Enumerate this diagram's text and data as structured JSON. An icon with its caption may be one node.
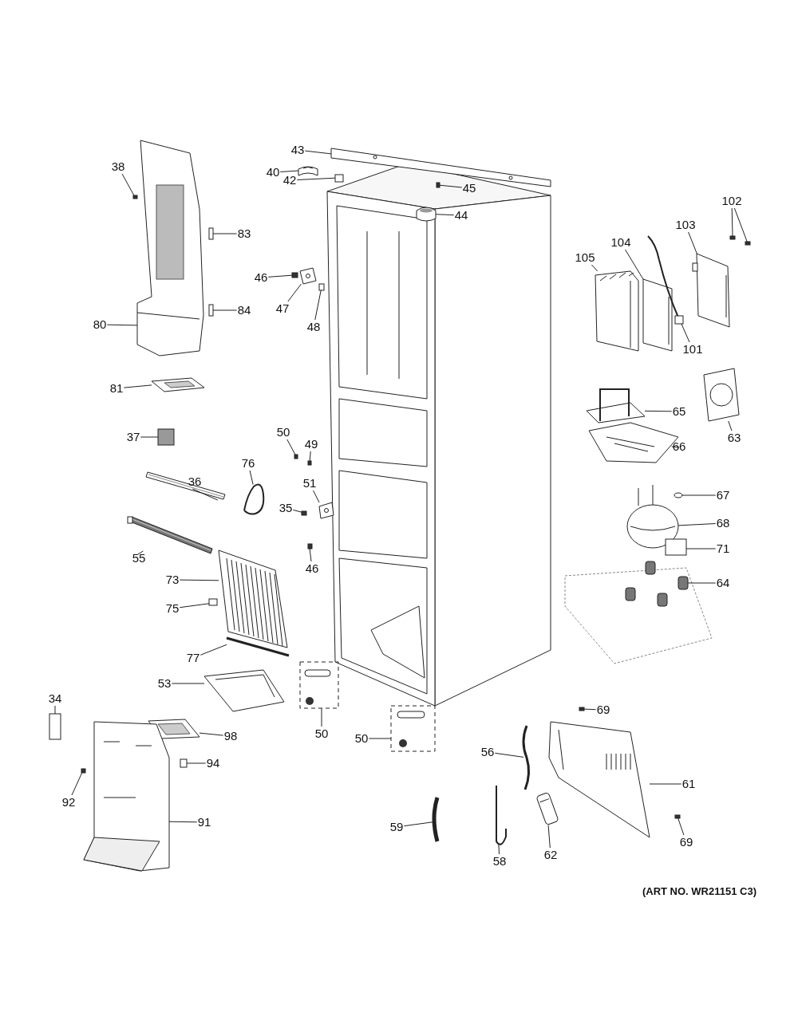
{
  "diagram": {
    "nodes": [
      {
        "text": [
          "43"
        ]
      },
      {
        "text": [
          "38"
        ]
      },
      {
        "text": [
          "40"
        ]
      },
      {
        "text": [
          "42"
        ]
      },
      {
        "text": [
          "45"
        ]
      },
      {
        "text": [
          "44"
        ]
      },
      {
        "text": [
          "102"
        ]
      },
      {
        "text": [
          "83"
        ]
      },
      {
        "text": [
          "103"
        ]
      },
      {
        "text": [
          "104"
        ]
      },
      {
        "text": [
          "105"
        ]
      },
      {
        "text": [
          "46"
        ]
      },
      {
        "text": [
          "47"
        ]
      },
      {
        "text": [
          "48"
        ]
      },
      {
        "text": [
          "84"
        ]
      },
      {
        "text": [
          "80"
        ]
      },
      {
        "text": [
          "101"
        ]
      },
      {
        "text": [
          "81"
        ]
      },
      {
        "text": [
          "65"
        ]
      },
      {
        "text": [
          "63"
        ]
      },
      {
        "text": [
          "50"
        ]
      },
      {
        "text": [
          "37"
        ]
      },
      {
        "text": [
          "49"
        ]
      },
      {
        "text": [
          "66"
        ]
      },
      {
        "text": [
          "76"
        ]
      },
      {
        "text": [
          "36"
        ]
      },
      {
        "text": [
          "67"
        ]
      },
      {
        "text": [
          "35"
        ]
      },
      {
        "text": [
          "51"
        ]
      },
      {
        "text": [
          "68"
        ]
      },
      {
        "text": [
          "55"
        ]
      },
      {
        "text": [
          "71"
        ]
      },
      {
        "text": [
          "46"
        ]
      },
      {
        "text": [
          "73"
        ]
      },
      {
        "text": [
          "64"
        ]
      },
      {
        "text": [
          "75"
        ]
      },
      {
        "text": [
          "77"
        ]
      },
      {
        "text": [
          "53"
        ]
      },
      {
        "text": [
          "34"
        ]
      },
      {
        "text": [
          "69"
        ]
      },
      {
        "text": [
          "50"
        ]
      },
      {
        "text": [
          "50"
        ]
      },
      {
        "text": [
          "98"
        ]
      },
      {
        "text": [
          "56"
        ]
      },
      {
        "text": [
          "94"
        ]
      },
      {
        "text": [
          "61"
        ]
      },
      {
        "text": [
          "92"
        ]
      },
      {
        "text": [
          "59"
        ]
      },
      {
        "text": [
          "91"
        ]
      },
      {
        "text": [
          "69"
        ]
      },
      {
        "text": [
          "62"
        ]
      },
      {
        "text": [
          "58"
        ]
      },
      {
        "text": [],
        "shape": "picture"
      },
      {
        "text": [],
        "shape": "box"
      },
      {
        "text": [],
        "shape": "picture"
      },
      {
        "text": [],
        "shape": "box"
      },
      {
        "text": [],
        "shape": "box"
      },
      {
        "text": [],
        "shape": "picture"
      },
      {
        "text": [],
        "shape": "box"
      },
      {
        "text": [],
        "shape": "box"
      },
      {
        "text": [],
        "shape": "box"
      },
      {
        "text": [],
        "shape": "picture"
      },
      {
        "text": [],
        "shape": "picture"
      },
      {
        "text": [],
        "shape": "picture"
      },
      {
        "text": [],
        "shape": "box"
      },
      {
        "text": [],
        "shape": "picture"
      },
      {
        "text": [],
        "shape": "box"
      },
      {
        "text": [],
        "shape": "box"
      },
      {
        "text": [],
        "shape": "picture"
      },
      {
        "text": [],
        "shape": "picture"
      },
      {
        "text": [],
        "shape": "picture"
      },
      {
        "text": [],
        "shape": "picture"
      },
      {
        "text": [],
        "shape": "picture"
      },
      {
        "text": [],
        "shape": "box"
      },
      {
        "text": [],
        "shape": "box"
      },
      {
        "text": [],
        "shape": "box"
      },
      {
        "text": [],
        "shape": "picture"
      },
      {
        "text": [],
        "shape": "picture"
      },
      {
        "text": [],
        "shape": "picture"
      },
      {
        "text": [],
        "shape": "circle"
      },
      {
        "text": [],
        "shape": "box"
      },
      {
        "text": [],
        "shape": "picture"
      },
      {
        "text": [],
        "shape": "picture"
      },
      {
        "text": [],
        "shape": "picture"
      },
      {
        "text": [],
        "shape": "box"
      },
      {
        "text": [],
        "shape": "box"
      },
      {
        "text": [],
        "shape": "picture"
      },
      {
        "text": [],
        "shape": "picture"
      },
      {
        "text": [],
        "shape": "box"
      },
      {
        "text": [],
        "shape": "picture"
      },
      {
        "text": [],
        "shape": "picture"
      },
      {
        "text": [],
        "shape": "box"
      },
      {
        "text": [],
        "shape": "box"
      },
      {
        "text": [],
        "shape": "picture"
      },
      {
        "text": [],
        "shape": "picture"
      },
      {
        "text": [],
        "shape": "picture"
      },
      {
        "text": [],
        "shape": "picture"
      },
      {
        "text": [],
        "shape": "box"
      },
      {
        "text": [],
        "shape": "picture"
      },
      {
        "text": [],
        "shape": "box"
      },
      {
        "text": [],
        "shape": "picture"
      },
      {
        "text": [],
        "shape": "picture"
      },
      {
        "text": [],
        "shape": "box"
      },
      {
        "text": [],
        "shape": "picture"
      },
      {
        "text": [],
        "shape": "picture"
      }
    ],
    "edges": [
      {
        "from": 0,
        "to": 52,
        "arrow": "none"
      },
      {
        "from": 1,
        "to": 53,
        "arrow": "none"
      },
      {
        "from": 2,
        "to": 54,
        "arrow": "none"
      },
      {
        "from": 3,
        "to": 55,
        "arrow": "none"
      },
      {
        "from": 4,
        "to": 56,
        "arrow": "none"
      },
      {
        "from": 5,
        "to": 57,
        "arrow": "none"
      },
      {
        "from": 6,
        "to": 58,
        "arrow": "none"
      },
      {
        "from": 6,
        "to": 59,
        "arrow": "none"
      },
      {
        "from": 7,
        "to": 60,
        "arrow": "none"
      },
      {
        "from": 8,
        "to": 61,
        "arrow": "none"
      },
      {
        "from": 9,
        "to": 62,
        "arrow": "none"
      },
      {
        "from": 10,
        "to": 63,
        "arrow": "none"
      },
      {
        "from": 11,
        "to": 64,
        "arrow": "none"
      },
      {
        "from": 12,
        "to": 65,
        "arrow": "none"
      },
      {
        "from": 13,
        "to": 66,
        "arrow": "none"
      },
      {
        "from": 14,
        "to": 67,
        "arrow": "none"
      },
      {
        "from": 15,
        "to": 68,
        "arrow": "none"
      },
      {
        "from": 16,
        "to": 69,
        "arrow": "none"
      },
      {
        "from": 17,
        "to": 70,
        "arrow": "none"
      },
      {
        "from": 18,
        "to": 71,
        "arrow": "none"
      },
      {
        "from": 19,
        "to": 72,
        "arrow": "none"
      },
      {
        "from": 20,
        "to": 73,
        "arrow": "none"
      },
      {
        "from": 21,
        "to": 74,
        "arrow": "none"
      },
      {
        "from": 22,
        "to": 75,
        "arrow": "none"
      },
      {
        "from": 23,
        "to": 76,
        "arrow": "none"
      },
      {
        "from": 24,
        "to": 77,
        "arrow": "none"
      },
      {
        "from": 25,
        "to": 78,
        "arrow": "none"
      },
      {
        "from": 26,
        "to": 79,
        "arrow": "none"
      },
      {
        "from": 27,
        "to": 80,
        "arrow": "none"
      },
      {
        "from": 28,
        "to": 81,
        "arrow": "none"
      },
      {
        "from": 29,
        "to": 82,
        "arrow": "none"
      },
      {
        "from": 30,
        "to": 83,
        "arrow": "none"
      },
      {
        "from": 31,
        "to": 84,
        "arrow": "none"
      },
      {
        "from": 32,
        "to": 85,
        "arrow": "none"
      },
      {
        "from": 33,
        "to": 86,
        "arrow": "none"
      },
      {
        "from": 34,
        "to": 87,
        "arrow": "none"
      },
      {
        "from": 35,
        "to": 88,
        "arrow": "none"
      },
      {
        "from": 36,
        "to": 89,
        "arrow": "none"
      },
      {
        "from": 37,
        "to": 90,
        "arrow": "none"
      },
      {
        "from": 38,
        "to": 91,
        "arrow": "none"
      },
      {
        "from": 39,
        "to": 92,
        "arrow": "none"
      },
      {
        "from": 40,
        "to": 93,
        "arrow": "none"
      },
      {
        "from": 41,
        "to": 94,
        "arrow": "none"
      },
      {
        "from": 42,
        "to": 95,
        "arrow": "none"
      },
      {
        "from": 43,
        "to": 96,
        "arrow": "none"
      },
      {
        "from": 44,
        "to": 97,
        "arrow": "none"
      },
      {
        "from": 45,
        "to": 98,
        "arrow": "none"
      },
      {
        "from": 46,
        "to": 99,
        "arrow": "none"
      },
      {
        "from": 47,
        "to": 100,
        "arrow": "none"
      },
      {
        "from": 48,
        "to": 101,
        "arrow": "none"
      },
      {
        "from": 49,
        "to": 102,
        "arrow": "none"
      },
      {
        "from": 50,
        "to": 103,
        "arrow": "none"
      },
      {
        "from": 51,
        "to": 104,
        "arrow": "none"
      }
    ],
    "labels": [
      "(ART NO. WR21151 C3)"
    ]
  }
}
